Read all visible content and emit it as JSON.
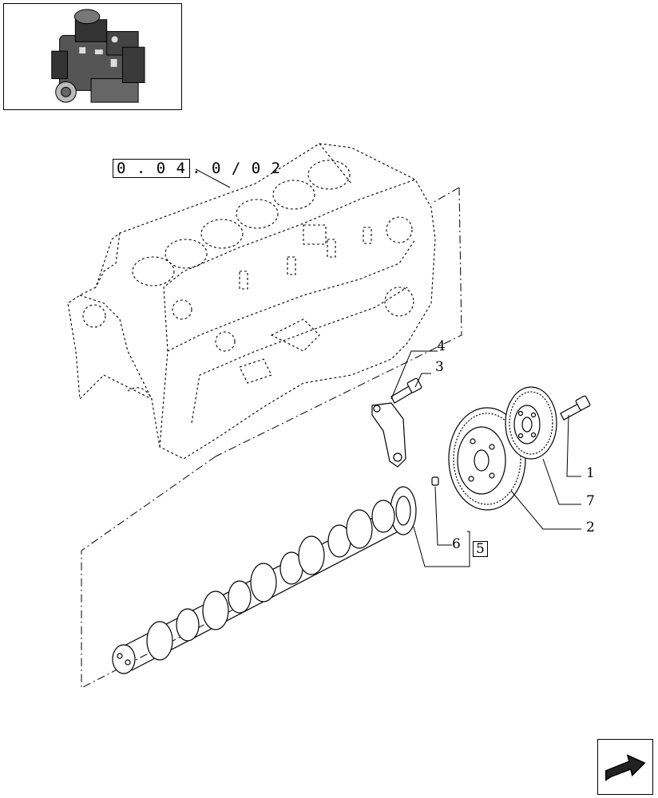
{
  "thumbnail": {
    "icon": "engine-thumbnail-icon"
  },
  "reference": {
    "boxed": "0 . 0 4",
    "rest": ". 0 / 0 2"
  },
  "callouts": [
    {
      "id": "1",
      "label": "1"
    },
    {
      "id": "2",
      "label": "2"
    },
    {
      "id": "3",
      "label": "3"
    },
    {
      "id": "4",
      "label": "4"
    },
    {
      "id": "5",
      "label": "5"
    },
    {
      "id": "6",
      "label": "6"
    },
    {
      "id": "7",
      "label": "7"
    }
  ],
  "navigation": {
    "icon": "next-page-arrow-icon"
  }
}
